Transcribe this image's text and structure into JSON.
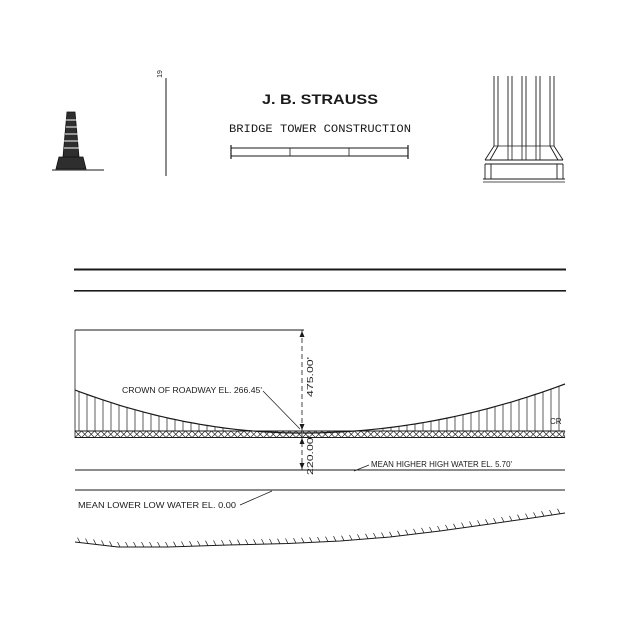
{
  "colors": {
    "ink": "#1a1a1a",
    "paper": "#ffffff"
  },
  "title_block": {
    "engineer": "J. B. STRAUSS",
    "subtitle": "BRIDGE TOWER CONSTRUCTION"
  },
  "annotations": {
    "scale_marker": "19",
    "crown_of_roadway": "CROWN OF ROADWAY EL. 266.45'",
    "tower_height_dim": "475.00'",
    "clearance_dim": "220.00'",
    "mean_higher_high_water": "MEAN HIGHER HIGH WATER EL. 5.70'",
    "mean_lower_low_water": "MEAN LOWER LOW WATER EL. 0.00",
    "right_edge_label": "CR"
  }
}
